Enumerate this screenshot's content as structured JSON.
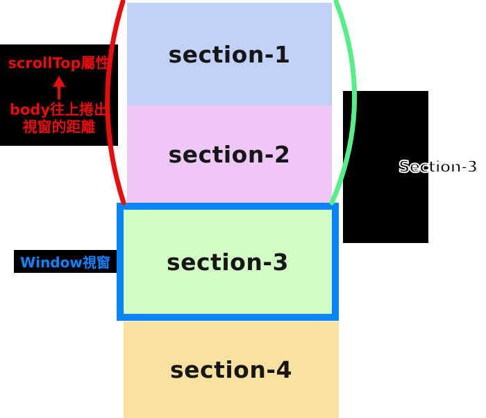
{
  "sections": [
    {
      "label": "section-1",
      "bg": "#c2d1f8"
    },
    {
      "label": "section-2",
      "bg": "#eec7f7"
    },
    {
      "label": "section-3",
      "bg": "#d2fcc4"
    },
    {
      "label": "section-4",
      "bg": "#fbe1a0"
    }
  ],
  "scrolltop_callout": {
    "line1": "scrollTop屬性",
    "arrow_icon": "up-arrow",
    "line2": "body往上捲出",
    "line3": "視窗的距離",
    "text_color": "#e80c0c",
    "bg": "#000000"
  },
  "window_label": {
    "text": "Window視窗",
    "color": "#0d84ff",
    "bg": "#000000"
  },
  "right_label": {
    "text": "Section-3",
    "fill": "#000000",
    "outline_color": "#ffffff",
    "box_bg": "#000000"
  },
  "colors": {
    "window_border": "#0b84f8",
    "red_brace": "#e80c0c",
    "green_brace": "#55ee88",
    "section_text": "#161616"
  }
}
